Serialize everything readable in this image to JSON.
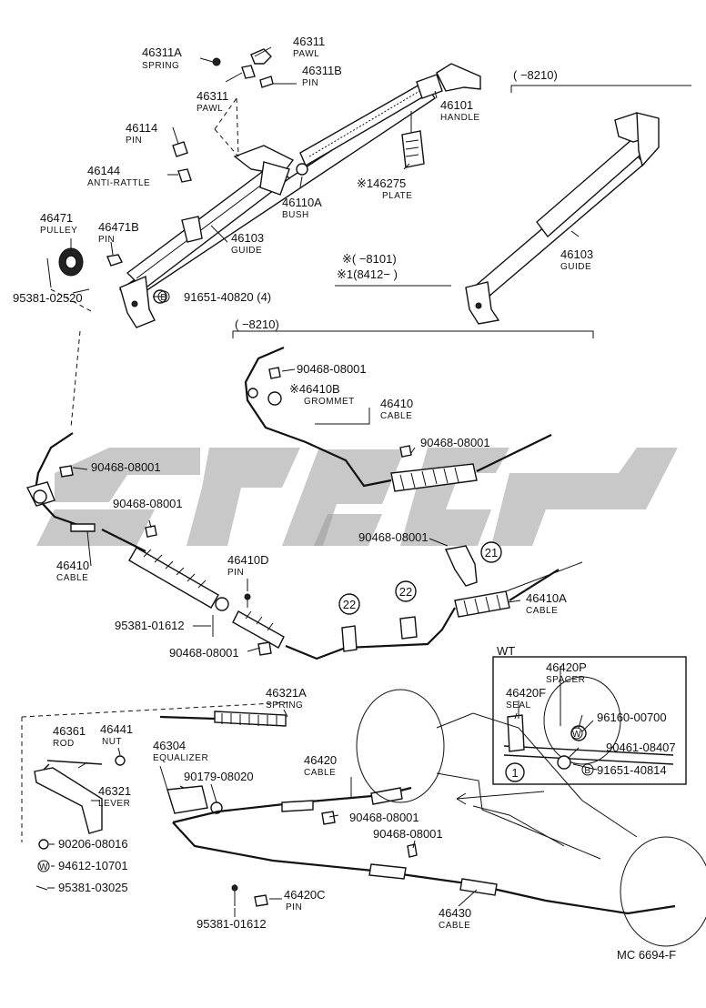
{
  "diagram_code": "MC 6694-F",
  "range_labels": {
    "top_right": "(    −8210)",
    "cable_group": "(    −8210)",
    "wt": "WT"
  },
  "note": {
    "line1": "※(    −8101)",
    "line2": "※1(8412−       )"
  },
  "callouts": {
    "c1": "1",
    "c21": "21",
    "c22a": "22",
    "c22b": "22"
  },
  "parts": [
    {
      "id": "46311A",
      "pn": "46311A",
      "name": "SPRING"
    },
    {
      "id": "46311_top",
      "pn": "46311",
      "name": "PAWL"
    },
    {
      "id": "46311B",
      "pn": "46311B",
      "name": "PIN"
    },
    {
      "id": "46311_left",
      "pn": "46311",
      "name": "PAWL"
    },
    {
      "id": "46101",
      "pn": "46101",
      "name": "HANDLE"
    },
    {
      "id": "46114",
      "pn": "46114",
      "name": "PIN"
    },
    {
      "id": "46144",
      "pn": "46144",
      "name": "ANTI-RATTLE"
    },
    {
      "id": "46275",
      "pn": "※146275",
      "name": "PLATE"
    },
    {
      "id": "46110A",
      "pn": "46110A",
      "name": "BUSH"
    },
    {
      "id": "46471",
      "pn": "46471",
      "name": "PULLEY"
    },
    {
      "id": "46471B",
      "pn": "46471B",
      "name": "PIN"
    },
    {
      "id": "46103_left",
      "pn": "46103",
      "name": "GUIDE"
    },
    {
      "id": "46103_right",
      "pn": "46103",
      "name": "GUIDE"
    },
    {
      "id": "95381-02520",
      "pn": "95381-02520",
      "name": ""
    },
    {
      "id": "91651-40820",
      "pn": "91651-40820 (4)",
      "name": ""
    },
    {
      "id": "90468_a",
      "pn": "90468-08001",
      "name": ""
    },
    {
      "id": "46410B",
      "pn": "※46410B",
      "name": "GROMMET"
    },
    {
      "id": "46410_top",
      "pn": "46410",
      "name": "CABLE"
    },
    {
      "id": "90468_b",
      "pn": "90468-08001",
      "name": ""
    },
    {
      "id": "90468_c",
      "pn": "90468-08001",
      "name": ""
    },
    {
      "id": "90468_d",
      "pn": "90468-08001",
      "name": ""
    },
    {
      "id": "46410_left",
      "pn": "46410",
      "name": "CABLE"
    },
    {
      "id": "90468_e",
      "pn": "90468-08001",
      "name": ""
    },
    {
      "id": "46410D",
      "pn": "46410D",
      "name": "PIN"
    },
    {
      "id": "46410A",
      "pn": "46410A",
      "name": "CABLE"
    },
    {
      "id": "95381-01612_a",
      "pn": "95381-01612",
      "name": ""
    },
    {
      "id": "90468_f",
      "pn": "90468-08001",
      "name": ""
    },
    {
      "id": "46420P",
      "pn": "46420P",
      "name": "SPACER"
    },
    {
      "id": "46420F",
      "pn": "46420F",
      "name": "SEAL"
    },
    {
      "id": "96160-00700",
      "pn": "96160-00700",
      "name": ""
    },
    {
      "id": "90461-08407",
      "pn": "90461-08407",
      "name": ""
    },
    {
      "id": "91651-40814",
      "pn": "91651-40814",
      "name": ""
    },
    {
      "id": "46321A",
      "pn": "46321A",
      "name": "SPRING"
    },
    {
      "id": "46361",
      "pn": "46361",
      "name": "ROD"
    },
    {
      "id": "46441",
      "pn": "46441",
      "name": "NUT"
    },
    {
      "id": "46304",
      "pn": "46304",
      "name": "EQUALIZER"
    },
    {
      "id": "46420",
      "pn": "46420",
      "name": "CABLE"
    },
    {
      "id": "90179-08020",
      "pn": "90179-08020",
      "name": ""
    },
    {
      "id": "46321",
      "pn": "46321",
      "name": "LEVER"
    },
    {
      "id": "90468_g",
      "pn": "90468-08001",
      "name": ""
    },
    {
      "id": "90468_h",
      "pn": "90468-08001",
      "name": ""
    },
    {
      "id": "90206-08016",
      "pn": "90206-08016",
      "name": ""
    },
    {
      "id": "94612-10701",
      "pn": "94612-10701",
      "name": ""
    },
    {
      "id": "95381-03025",
      "pn": "95381-03025",
      "name": ""
    },
    {
      "id": "46420C",
      "pn": "46420C",
      "name": "PIN"
    },
    {
      "id": "95381-01612_b",
      "pn": "95381-01612",
      "name": ""
    },
    {
      "id": "46430",
      "pn": "46430",
      "name": "CABLE"
    }
  ]
}
